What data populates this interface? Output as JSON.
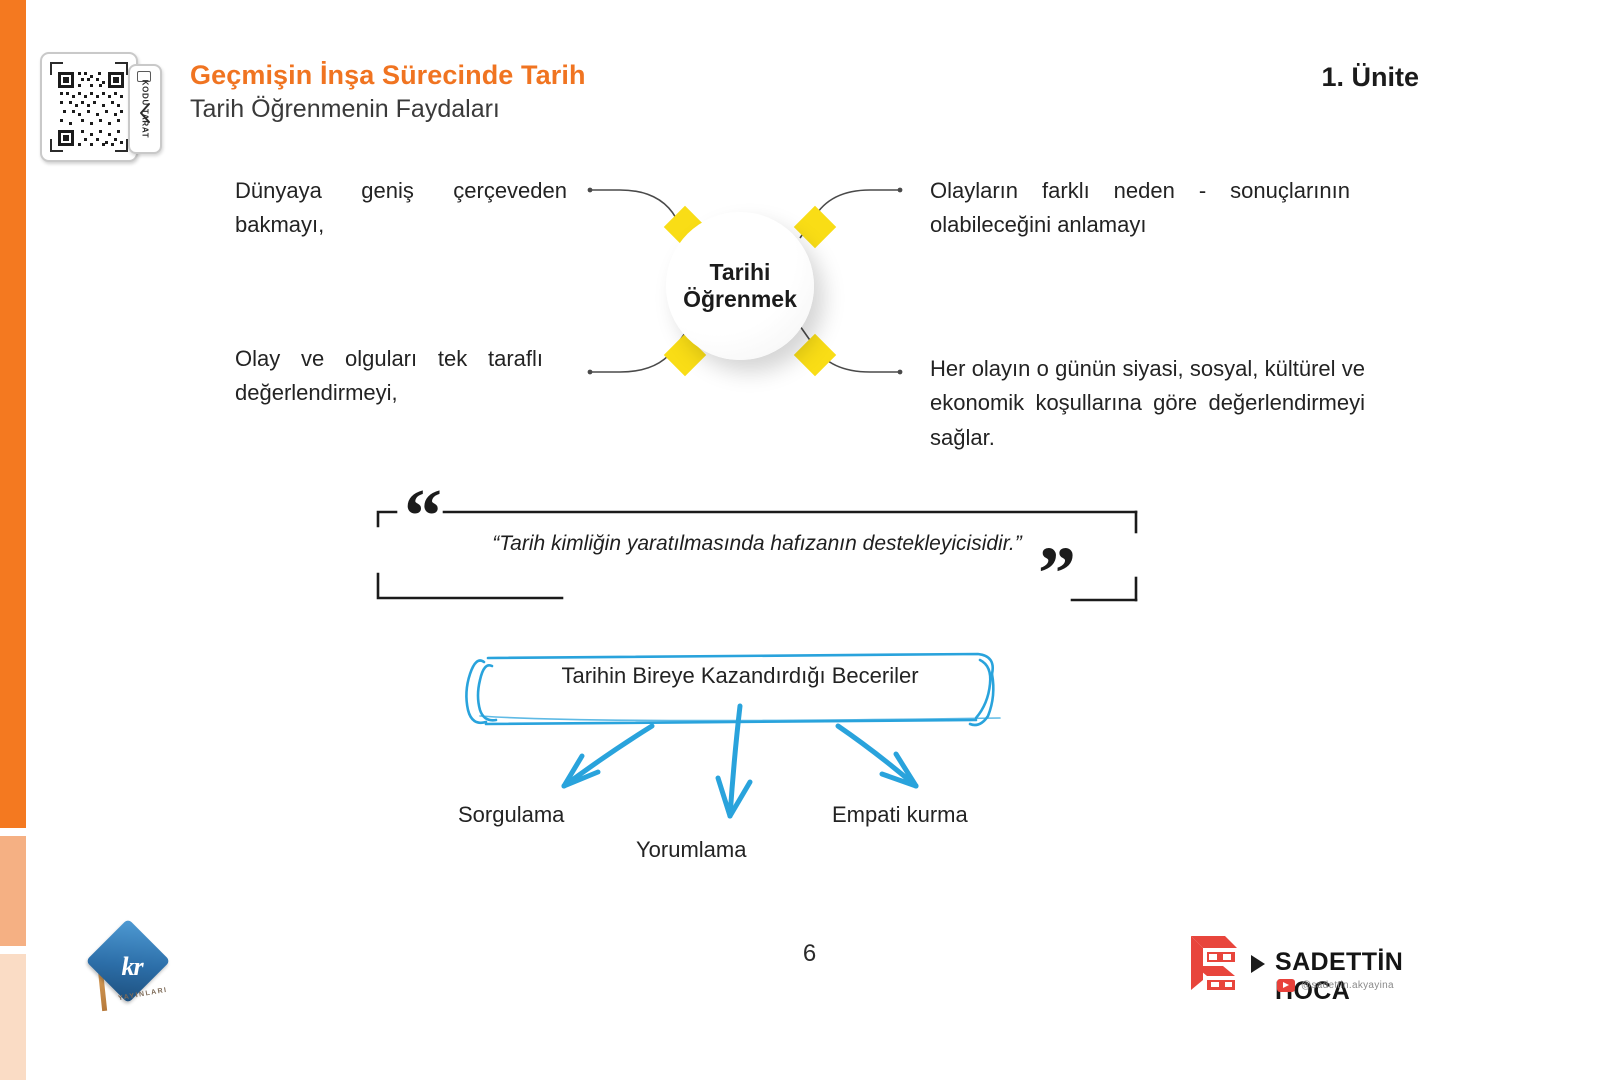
{
  "page": {
    "number": "6",
    "unit_label": "1. Ünite",
    "accent_orange": "#f07421",
    "accent_yellow": "#f9dd16",
    "accent_blue": "#29a3dc"
  },
  "header": {
    "title": "Geçmişin İnşa Sürecinde Tarih",
    "subtitle": "Tarih Öğrenmenin Faydaları",
    "qr": {
      "label": "KODU TARAT"
    }
  },
  "mindmap": {
    "center_label": "Tarihi\nÖğrenmek",
    "branches": [
      {
        "position": "top-left",
        "text": "Dünyaya geniş çerçeveden bakmayı,"
      },
      {
        "position": "top-right",
        "text": "Olayların farklı neden - sonuçlarının olabileceğini anlamayı"
      },
      {
        "position": "bottom-left",
        "text": "Olay ve olguları tek taraflı değerlendirmeyi,"
      },
      {
        "position": "bottom-right",
        "text": "Her olayın o günün siyasi, sosyal, kültürel ve ekonomik koşullarına göre değerlendirmeyi sağlar."
      }
    ]
  },
  "quote": {
    "open_mark": "“",
    "close_mark": "”",
    "text": "“Tarih kimliğin yaratılmasında hafızanın destekleyicisidir.”"
  },
  "skills": {
    "heading": "Tarihin Bireye Kazandırdığı Beceriler",
    "items": [
      "Sorgulama",
      "Yorumlama",
      "Empati kurma"
    ]
  },
  "footer": {
    "publisher_logo_text": "kr",
    "publisher_logo_sub": "YAYINLARI",
    "brand_name": "SADETTİN HOCA",
    "brand_handle": "@sadettin.akyayina"
  }
}
